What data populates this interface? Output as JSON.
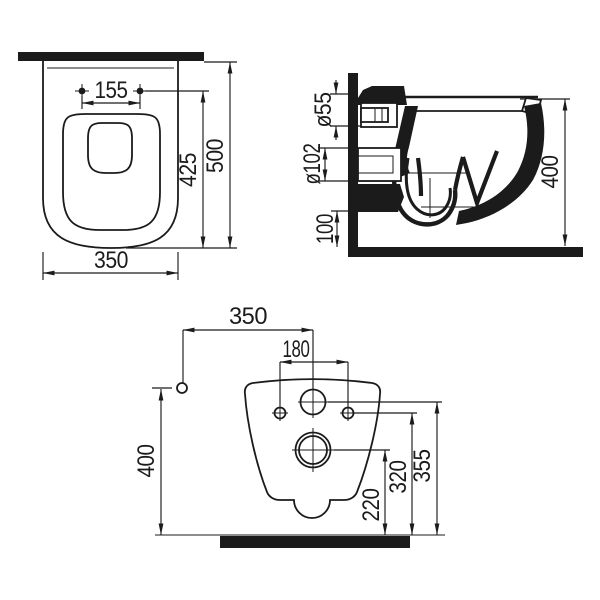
{
  "document": {
    "type": "technical installation drawing",
    "subject": "wall-hung WC pan dimensional drawing"
  },
  "colors": {
    "line": "#1b1b1b",
    "background": "#ffffff"
  },
  "views": {
    "plan": {
      "label": "top view",
      "dims": {
        "hole_spacing": "155",
        "holes_to_front": "425",
        "depth": "500",
        "width": "350"
      }
    },
    "side": {
      "label": "side section view",
      "dims": {
        "inlet_dia": "ø55",
        "outlet_dia": "ø102",
        "underside_height": "100",
        "rim_height": "400"
      }
    },
    "rear": {
      "label": "rear installation view",
      "dims": {
        "center_offset": "350",
        "hole_spacing": "180",
        "rim_height": "400",
        "outlet_center_height": "220",
        "hole_height": "320",
        "inlet_center_height": "355"
      }
    }
  }
}
